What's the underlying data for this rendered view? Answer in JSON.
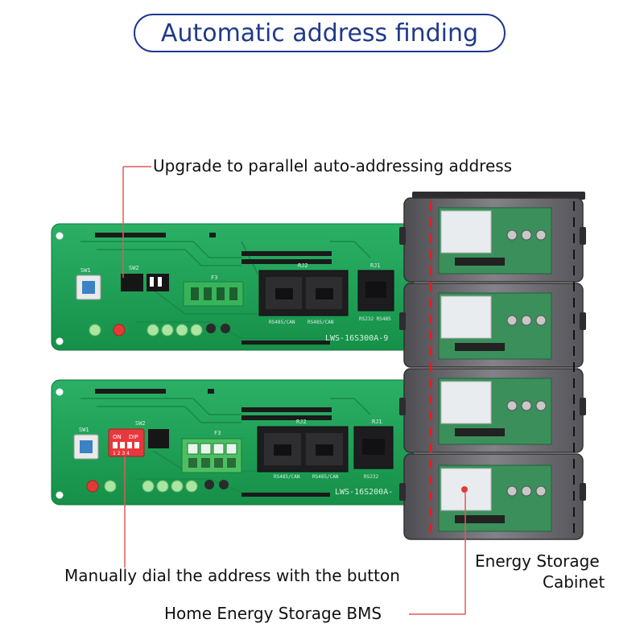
{
  "header": {
    "title": "Automatic address finding"
  },
  "callouts": {
    "upgrade": "Upgrade to parallel auto-addressing address",
    "manual": "Manually dial the address with the button",
    "bms": "Home Energy Storage BMS",
    "cabinet_line1": "Energy Storage",
    "cabinet_line2": "Cabinet"
  },
  "board_top": {
    "model": "LWS-16S300A-9",
    "port_rj45_label1": "RS485/CAN",
    "port_rj45_label2": "RS485/CAN",
    "port_rj11_label": "RS232 RS485",
    "sw_label": "SW1",
    "sw2_label": "SW2",
    "f_label": "F3",
    "rj_label": "RJ2",
    "rj1_label": "RJ1"
  },
  "board_bottom": {
    "model": "LWS-16S200A-",
    "port_rj45_label1": "RS485/CAN",
    "port_rj45_label2": "RS485/CAN",
    "port_rj11_label": "RS232",
    "sw_label": "SW1",
    "sw2_label": "SW2",
    "f_label": "F3",
    "rj_label": "RJ2",
    "rj1_label": "RJ1",
    "dip_on": "ON",
    "dip_brand": "DIP",
    "dip_numbers": "1 2 3 4"
  },
  "colors": {
    "accent": "#1f3a8a",
    "pcb": "#1fa25a",
    "callout_line": "#e05a5a",
    "cabinet": "#6e6e72"
  }
}
